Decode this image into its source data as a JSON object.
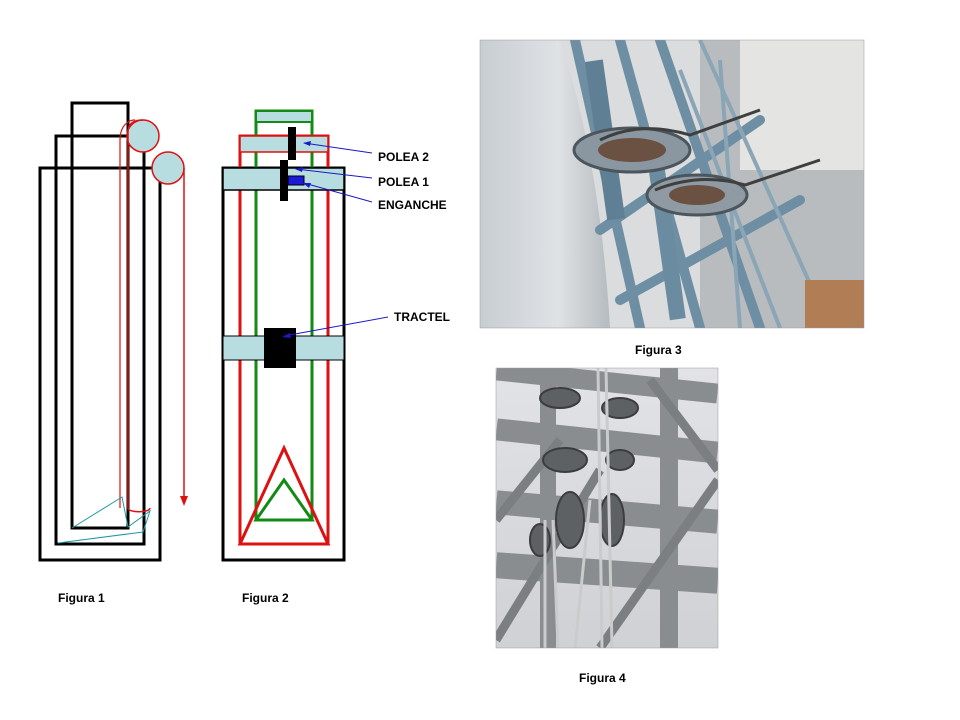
{
  "figures": {
    "fig1_caption": "Figura 1",
    "fig2_caption": "Figura 2",
    "fig3_caption": "Figura 3",
    "fig4_caption": "Figura 4"
  },
  "labels": {
    "polea2": "POLEA 2",
    "polea1": "POLEA 1",
    "enganche": "ENGANCHE",
    "tractel": "TRACTEL"
  },
  "colors": {
    "structure": "#000000",
    "cable": "#dd1111",
    "inner_mast": "#138a13",
    "pulley_fill": "#b8dde0",
    "pointer": "#1a1ac8",
    "hook": "#1a1ad8",
    "guide_lines": "#1a9aa8"
  }
}
